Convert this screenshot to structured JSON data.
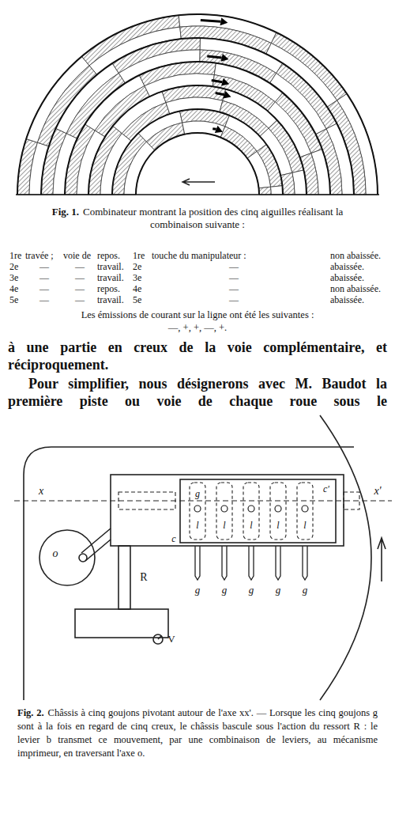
{
  "diagram": {
    "labels": [
      "Fig. 1.",
      "Combinateur montrant la position des cinq aiguilles réalisant la combinaison suivante :",
      "1re",
      "travée ;",
      "voie de",
      "repos.",
      "1re",
      "touche du manipulateur :",
      "non abaissée.",
      "2e",
      "—",
      "—",
      "travail.",
      "2e",
      "—",
      "abaissée.",
      "3e",
      "—",
      "—",
      "travail.",
      "3e",
      "—",
      "abaissée.",
      "4e",
      "—",
      "—",
      "repos.",
      "4e",
      "—",
      "non abaissée.",
      "5e",
      "—",
      "—",
      "travail.",
      "5e",
      "—",
      "abaissée.",
      "Les émissions de courant sur la ligne ont été les suivantes :",
      "—, +, +, —, +.",
      "à une partie en creux de la voie complémentaire, et réciproquement.",
      "Pour simplifier, nous désignerons avec M. Baudot la première piste ou voie de chaque roue sous le",
      "x",
      "x'",
      "g",
      "l",
      "l",
      "l",
      "l",
      "l",
      "g",
      "g",
      "g",
      "g",
      "g",
      "c",
      "c'",
      "o",
      "R",
      "V",
      "Fig. 2.",
      "Châssis à cinq goujons pivotant autour de l'axe xx'. — Lorsque les cinq goujons g sont à la fois en regard de cinq creux, le châssis bascule sous l'action du ressort R : le levier b transmet ce mouvement, par une combinaison de leviers, au mécanisme imprimeur, en traversant l'axe o."
    ]
  }
}
